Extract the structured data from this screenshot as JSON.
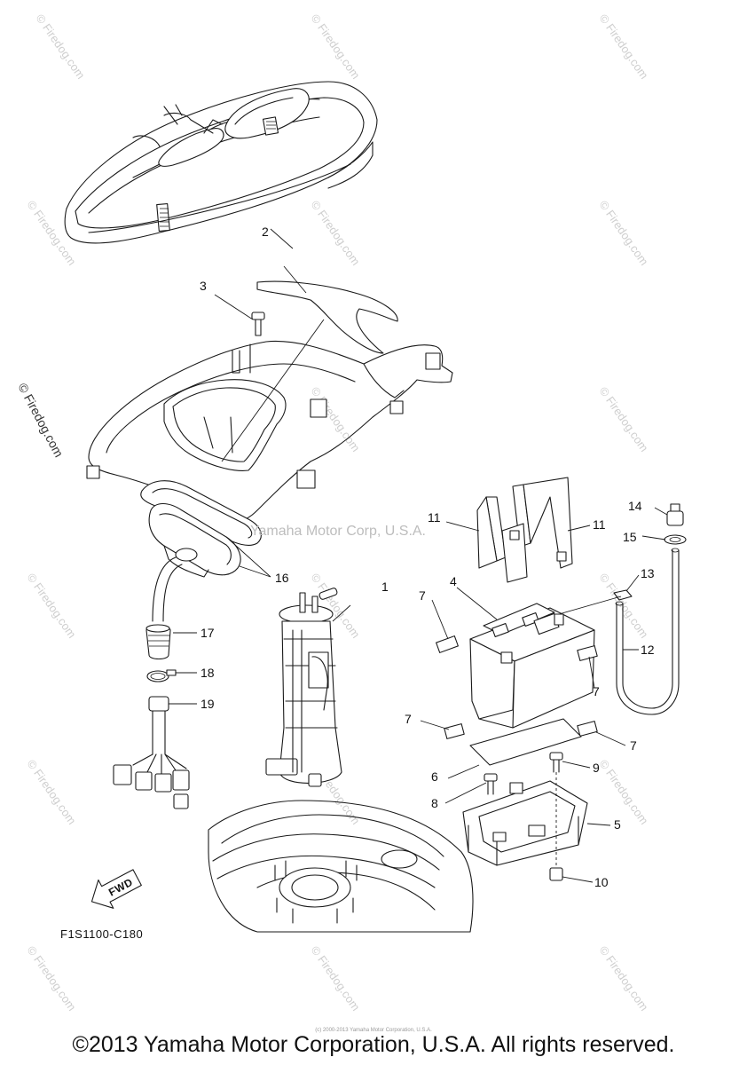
{
  "diagram": {
    "diagram_code": "F1S1100-C180",
    "fwd_label": "FWD",
    "center_watermark": "Yamaha Motor Corp, U.S.A.",
    "watermark_text": "© Firedog.com",
    "part_labels": [
      "1",
      "2",
      "3",
      "4",
      "5",
      "6",
      "7",
      "8",
      "9",
      "10",
      "11",
      "12",
      "13",
      "14",
      "15",
      "16",
      "17",
      "18",
      "19"
    ]
  },
  "footer": {
    "copyright": "©2013 Yamaha Motor Corporation, U.S.A. All rights reserved.",
    "small_credit": "(c) 2000-2013 Yamaha Motor Corporation, U.S.A."
  }
}
